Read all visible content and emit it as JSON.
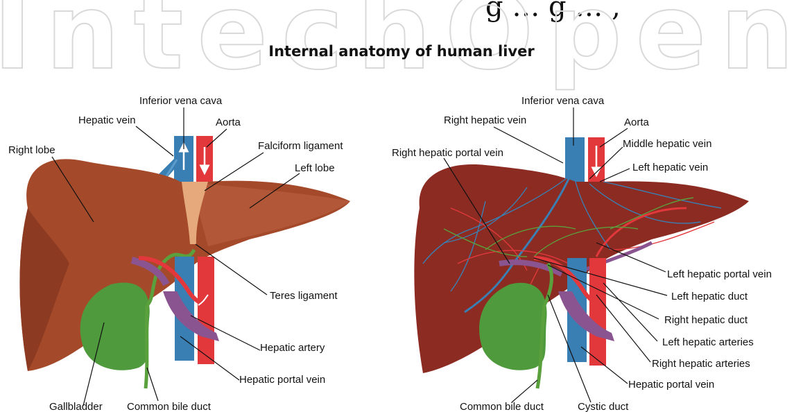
{
  "page": {
    "body_text_fragment": "g … g … ,",
    "watermark": "IntechOpen",
    "title": "Internal anatomy of human liver"
  },
  "left_figure": {
    "labels": {
      "inferior_vena_cava": "Inferior vena cava",
      "hepatic_vein": "Hepatic vein",
      "aorta": "Aorta",
      "right_lobe": "Right lobe",
      "falciform_ligament": "Falciform ligament",
      "left_lobe": "Left lobe",
      "teres_ligament": "Teres ligament",
      "hepatic_artery": "Hepatic artery",
      "hepatic_portal_vein": "Hepatic portal vein",
      "gallbladder": "Gallbladder",
      "common_bile_duct": "Common bile duct"
    }
  },
  "right_figure": {
    "labels": {
      "inferior_vena_cava": "Inferior vena cava",
      "right_hepatic_vein": "Right hepatic vein",
      "aorta": "Aorta",
      "middle_hepatic_vein": "Middle hepatic vein",
      "right_hepatic_portal_vein": "Right hepatic portal vein",
      "left_hepatic_vein": "Left hepatic vein",
      "left_hepatic_portal_vein": "Left hepatic portal vein",
      "left_hepatic_duct": "Left hepatic duct",
      "right_hepatic_duct": "Right hepatic duct",
      "left_hepatic_arteries": "Left hepatic arteries",
      "right_hepatic_arteries": "Right hepatic arteries",
      "hepatic_portal_vein": "Hepatic portal vein",
      "common_bile_duct": "Common bile duct",
      "cystic_duct": "Cystic duct"
    }
  },
  "colors": {
    "liver_outer": "#a44a2a",
    "liver_inner": "#8c2b22",
    "vena_cava": "#3a7fb3",
    "aorta": "#e2383c",
    "falciform": "#e6a97c",
    "gallbladder": "#4f9a3c",
    "portal_vein": "#8a5490",
    "bile_duct": "#5aa03c"
  }
}
